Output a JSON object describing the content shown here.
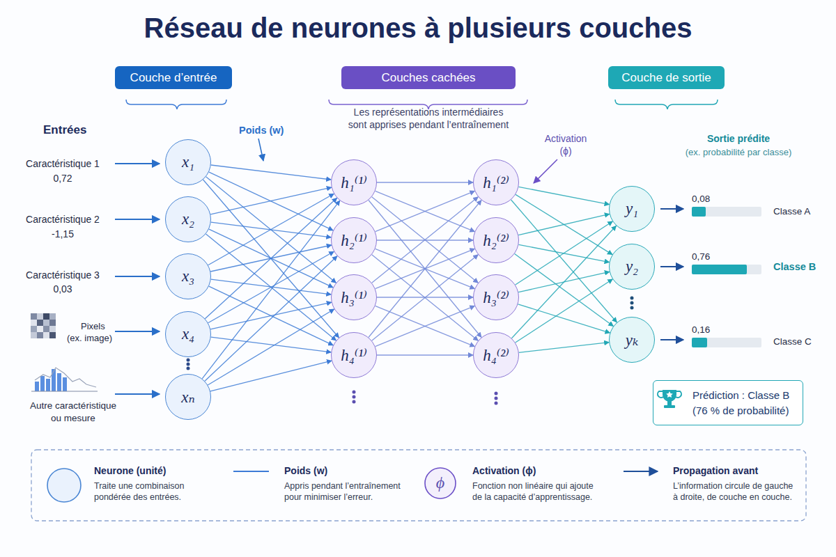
{
  "diagram": {
    "title": "Réseau de neurones à plusieurs couches",
    "nodes": [
      {
        "text": [
          "Couche d’entrée"
        ]
      },
      {
        "text": [
          "Couches cachées"
        ]
      },
      {
        "text": [
          "Couche de sortie"
        ]
      },
      {
        "text": [
          "x₁"
        ]
      },
      {
        "text": [
          "x₂"
        ]
      },
      {
        "text": [
          "x₃"
        ]
      },
      {
        "text": [
          "x₄"
        ]
      },
      {
        "text": [
          "xₙ"
        ]
      },
      {
        "text": [
          "h₁⁽¹⁾"
        ]
      },
      {
        "text": [
          "h₂⁽¹⁾"
        ]
      },
      {
        "text": [
          "h₃⁽¹⁾"
        ]
      },
      {
        "text": [
          "h₄⁽¹⁾"
        ]
      },
      {
        "text": [
          "h₁⁽²⁾"
        ]
      },
      {
        "text": [
          "h₂⁽²⁾"
        ]
      },
      {
        "text": [
          "h₃⁽²⁾"
        ]
      },
      {
        "text": [
          "h₄⁽²⁾"
        ]
      },
      {
        "text": [
          "y₁"
        ]
      },
      {
        "text": [
          "y₂"
        ]
      },
      {
        "text": [
          "yₖ"
        ]
      },
      {
        "text": [
          "Prédiction : Classe B",
          "(76 % de probabilité)"
        ]
      }
    ],
    "edges": [
      {
        "from": 3,
        "to": 8,
        "arrow": "to"
      },
      {
        "from": 3,
        "to": 9,
        "arrow": "to"
      },
      {
        "from": 3,
        "to": 10,
        "arrow": "to"
      },
      {
        "from": 3,
        "to": 11,
        "arrow": "to"
      },
      {
        "from": 4,
        "to": 8,
        "arrow": "to"
      },
      {
        "from": 4,
        "to": 9,
        "arrow": "to"
      },
      {
        "from": 4,
        "to": 10,
        "arrow": "to"
      },
      {
        "from": 4,
        "to": 11,
        "arrow": "to"
      },
      {
        "from": 5,
        "to": 8,
        "arrow": "to"
      },
      {
        "from": 5,
        "to": 9,
        "arrow": "to"
      },
      {
        "from": 5,
        "to": 10,
        "arrow": "to"
      },
      {
        "from": 5,
        "to": 11,
        "arrow": "to"
      },
      {
        "from": 6,
        "to": 8,
        "arrow": "to"
      },
      {
        "from": 6,
        "to": 9,
        "arrow": "to"
      },
      {
        "from": 6,
        "to": 10,
        "arrow": "to"
      },
      {
        "from": 6,
        "to": 11,
        "arrow": "to"
      },
      {
        "from": 7,
        "to": 8,
        "arrow": "to"
      },
      {
        "from": 7,
        "to": 9,
        "arrow": "to"
      },
      {
        "from": 7,
        "to": 10,
        "arrow": "to"
      },
      {
        "from": 7,
        "to": 11,
        "arrow": "to"
      },
      {
        "from": 8,
        "to": 12,
        "arrow": "to"
      },
      {
        "from": 8,
        "to": 13,
        "arrow": "to"
      },
      {
        "from": 8,
        "to": 14,
        "arrow": "to"
      },
      {
        "from": 8,
        "to": 15,
        "arrow": "to"
      },
      {
        "from": 9,
        "to": 12,
        "arrow": "to"
      },
      {
        "from": 9,
        "to": 13,
        "arrow": "to"
      },
      {
        "from": 9,
        "to": 14,
        "arrow": "to"
      },
      {
        "from": 9,
        "to": 15,
        "arrow": "to"
      },
      {
        "from": 10,
        "to": 12,
        "arrow": "to"
      },
      {
        "from": 10,
        "to": 13,
        "arrow": "to"
      },
      {
        "from": 10,
        "to": 14,
        "arrow": "to"
      },
      {
        "from": 10,
        "to": 15,
        "arrow": "to"
      },
      {
        "from": 11,
        "to": 12,
        "arrow": "to"
      },
      {
        "from": 11,
        "to": 13,
        "arrow": "to"
      },
      {
        "from": 11,
        "to": 14,
        "arrow": "to"
      },
      {
        "from": 11,
        "to": 15,
        "arrow": "to"
      },
      {
        "from": 12,
        "to": 16,
        "arrow": "to"
      },
      {
        "from": 12,
        "to": 17,
        "arrow": "to"
      },
      {
        "from": 12,
        "to": 18,
        "arrow": "to"
      },
      {
        "from": 13,
        "to": 16,
        "arrow": "to"
      },
      {
        "from": 13,
        "to": 17,
        "arrow": "to"
      },
      {
        "from": 13,
        "to": 18,
        "arrow": "to"
      },
      {
        "from": 14,
        "to": 16,
        "arrow": "to"
      },
      {
        "from": 14,
        "to": 17,
        "arrow": "to"
      },
      {
        "from": 14,
        "to": 18,
        "arrow": "to"
      },
      {
        "from": 15,
        "to": 16,
        "arrow": "to"
      },
      {
        "from": 15,
        "to": 17,
        "arrow": "to"
      },
      {
        "from": 15,
        "to": 18,
        "arrow": "to"
      }
    ],
    "labels": [
      "Entrées",
      "Caractéristique 1",
      "0,72",
      "Caractéristique 2",
      "-1,15",
      "Caractéristique 3",
      "0,03",
      "Pixels (ex. image)",
      "Autre caractéristique ou mesure",
      "Poids (w)",
      "Les représentations intermédiaires sont apprises pendant l’entraînement",
      "Activation (ϕ)",
      "Sortie prédite",
      "(ex. probabilité par classe)",
      "0,08",
      "Classe A",
      "0,76",
      "Classe B",
      "0,16",
      "Classe C",
      "Traite une combinaison pondérée des entrées.",
      "Appris pendant l’entraînement pour minimiser l’erreur.",
      "ϕ",
      "Fonction non linéaire qui ajoute de la capacité d’apprentissage.",
      "L’information circule de gauche à droite, de couche en couche."
    ],
    "legend": [
      {
        "text": "Neurone (unité)"
      },
      {
        "text": "Poids (w)"
      },
      {
        "text": "Activation (ϕ)"
      },
      {
        "text": "Propagation avant"
      }
    ]
  }
}
